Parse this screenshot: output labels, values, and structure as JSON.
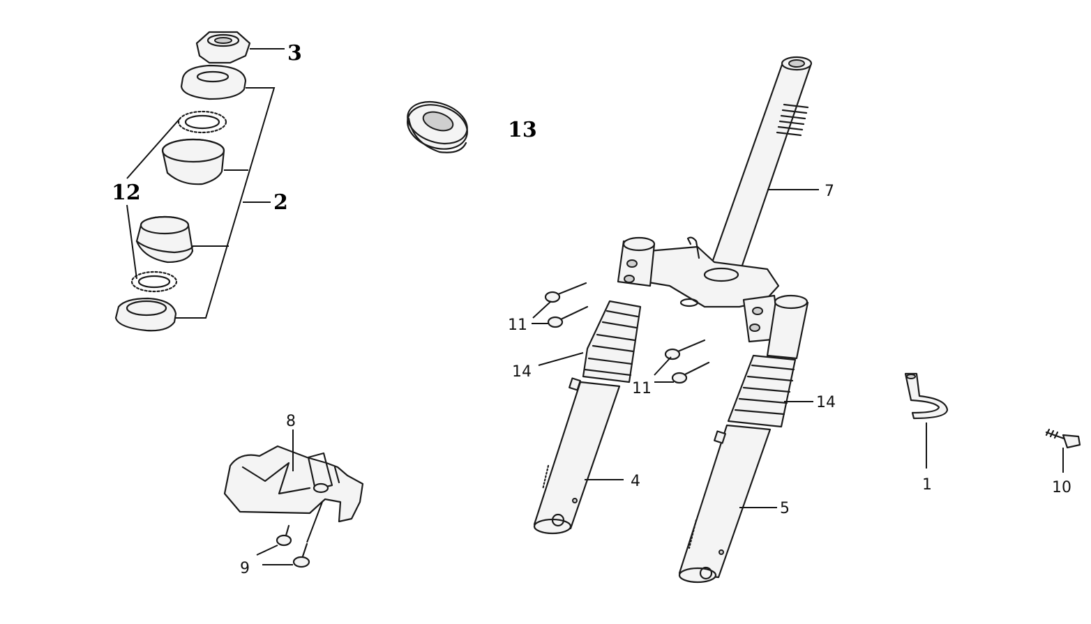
{
  "callouts": {
    "c1": "1",
    "c2": "2",
    "c3": "3",
    "c4": "4",
    "c5": "5",
    "c7": "7",
    "c8": "8",
    "c9": "9",
    "c10": "10",
    "c11a": "11",
    "c11b": "11",
    "c12": "12",
    "c13": "13",
    "c14a": "14",
    "c14b": "14"
  }
}
